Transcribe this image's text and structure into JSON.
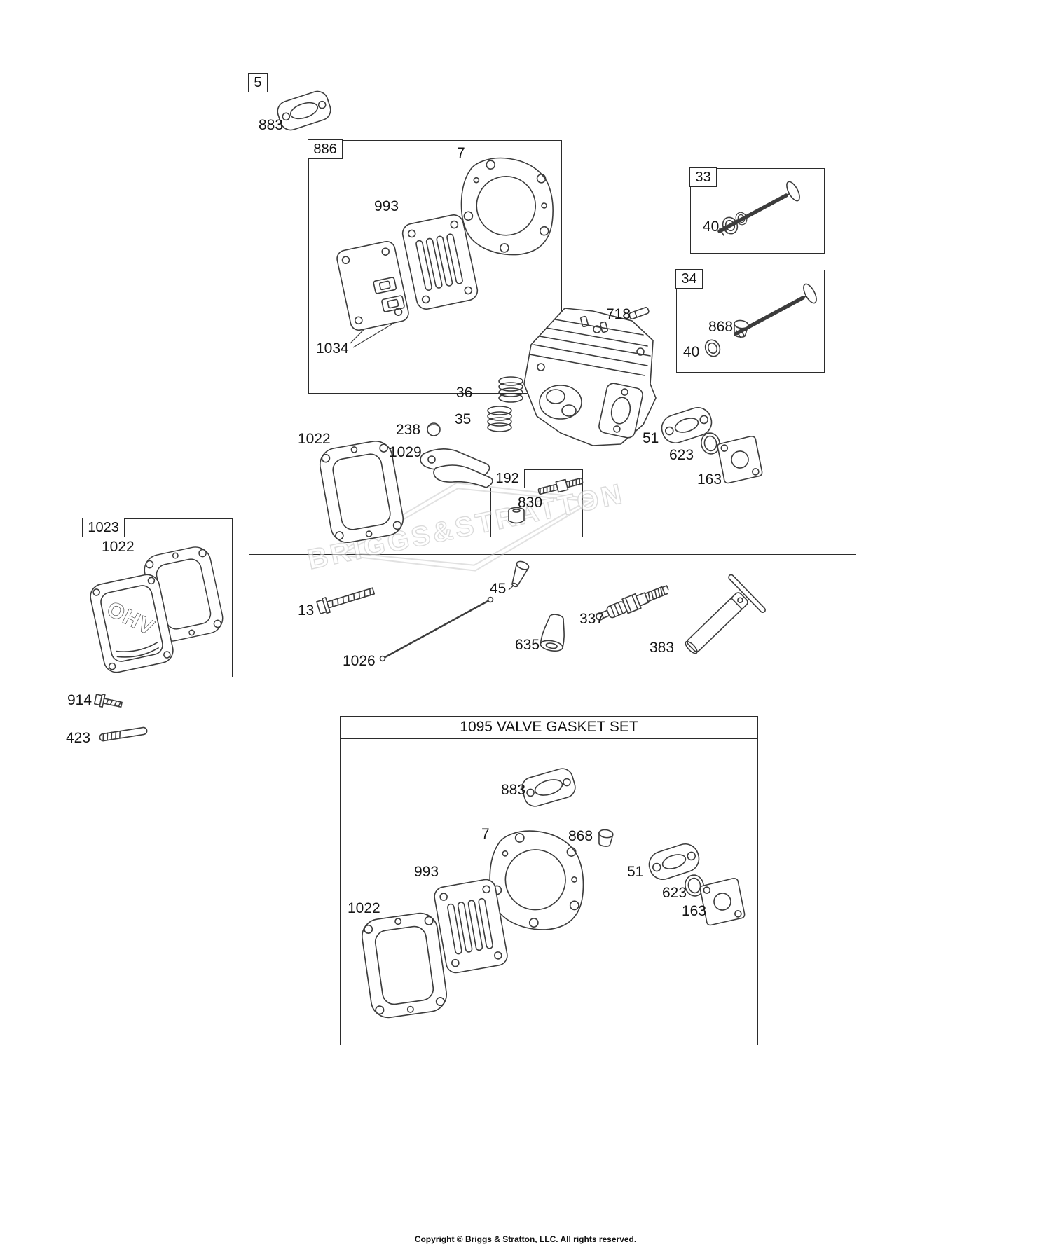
{
  "watermark": "BRIGGS&STRATTON",
  "footer": "Copyright © Briggs & Stratton, LLC. All rights reserved.",
  "cover_text": "OHV",
  "boxes": {
    "main": "5",
    "gaskets": "886",
    "intake_valve": "33",
    "exhaust_valve": "34",
    "rocker_screw": "192",
    "valve_cover": "1023",
    "gasket_set_title": "1095 VALVE GASKET SET"
  },
  "nums": {
    "7": "7",
    "13": "13",
    "35": "35",
    "36": "36",
    "40": "40",
    "45": "45",
    "51": "51",
    "163": "163",
    "238": "238",
    "337": "337",
    "383": "383",
    "423": "423",
    "623": "623",
    "635": "635",
    "718": "718",
    "830": "830",
    "868": "868",
    "883": "883",
    "914": "914",
    "993": "993",
    "1022": "1022",
    "1026": "1026",
    "1029": "1029",
    "1034": "1034"
  }
}
